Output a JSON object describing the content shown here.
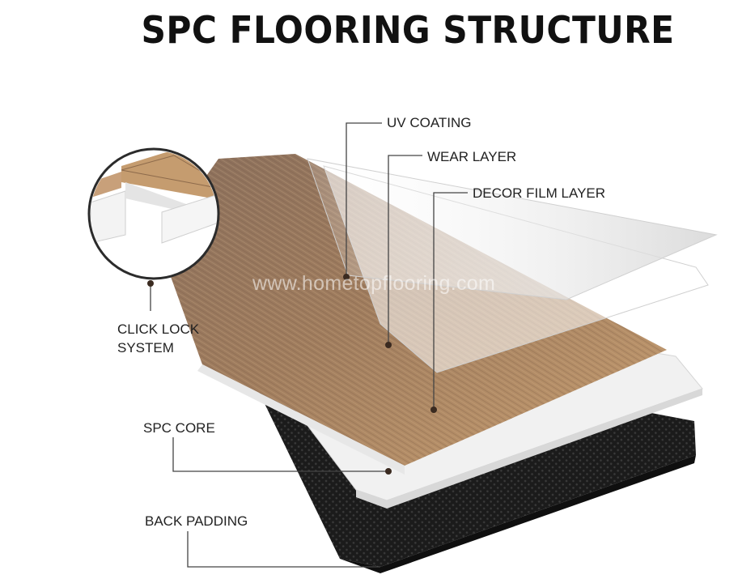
{
  "title": "SPC FLOORING STRUCTURE",
  "watermark": "www.hometopflooring.com",
  "labels": {
    "uv_coating": "UV COATING",
    "wear_layer": "WEAR LAYER",
    "decor_film_layer": "DECOR FILM LAYER",
    "click_lock_line1": "CLICK LOCK",
    "click_lock_line2": "SYSTEM",
    "spc_core": "SPC CORE",
    "back_padding": "BACK PADDING"
  },
  "colors": {
    "wood_light": "#c29a70",
    "wood_dark": "#8f7259",
    "core_white": "#f2f2f2",
    "padding_black": "#1c1c1c",
    "leader_line": "#444444"
  }
}
